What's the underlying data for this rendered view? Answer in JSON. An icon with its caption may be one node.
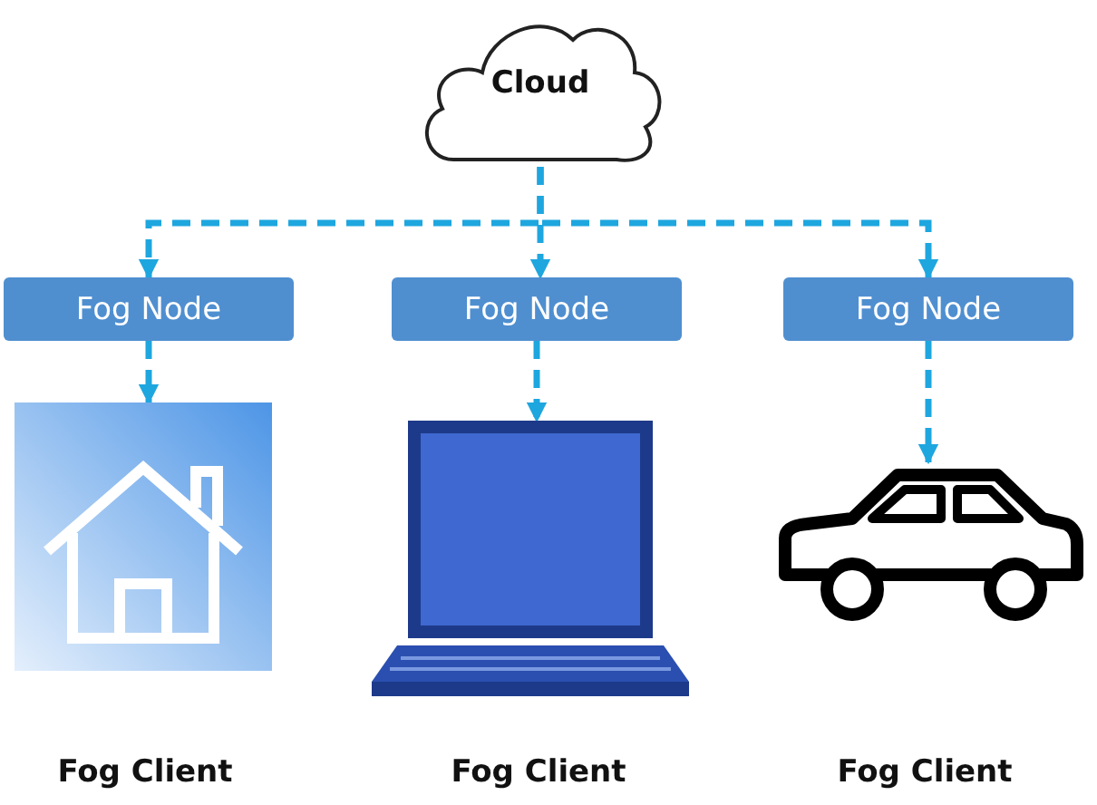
{
  "diagram": {
    "nodes": [
      {
        "text": [
          "Cloud"
        ]
      },
      {
        "text": [
          "Fog Node"
        ]
      },
      {
        "text": [
          "Fog Node"
        ]
      },
      {
        "text": [
          "Fog Node"
        ]
      },
      {
        "text": [],
        "shape": "picture"
      },
      {
        "text": [],
        "shape": "picture"
      },
      {
        "text": [],
        "shape": "picture"
      }
    ],
    "edges": [
      {
        "from": 0,
        "to": 1,
        "arrow": "to",
        "style": "dashed"
      },
      {
        "from": 0,
        "to": 2,
        "arrow": "to",
        "style": "dashed"
      },
      {
        "from": 0,
        "to": 3,
        "arrow": "to",
        "style": "dashed"
      },
      {
        "from": 1,
        "to": 4,
        "arrow": "to",
        "style": "dashed"
      },
      {
        "from": 2,
        "to": 5,
        "arrow": "to",
        "style": "dashed"
      },
      {
        "from": 3,
        "to": 6,
        "arrow": "to",
        "style": "dashed"
      }
    ],
    "labels": [
      "Fog Client",
      "Fog Client",
      "Fog Client"
    ]
  }
}
